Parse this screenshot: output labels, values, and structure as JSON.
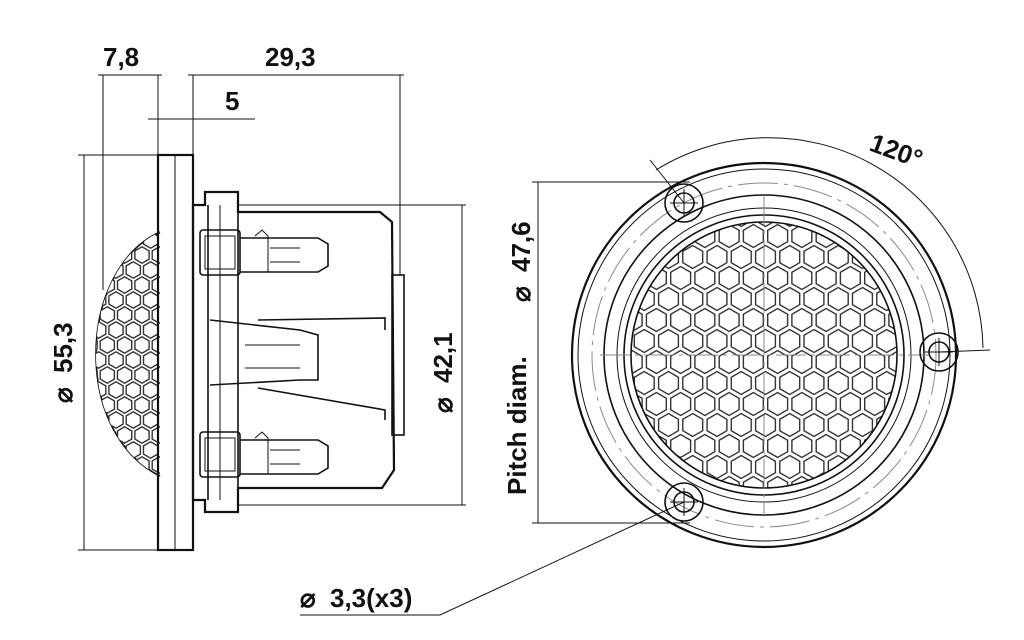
{
  "dimensions": {
    "flange_thickness": "7,8",
    "overall_depth": "29,3",
    "offset": "5",
    "flange_diameter_symbol": "⌀",
    "flange_diameter": "55,3",
    "body_diameter_symbol": "⌀",
    "body_diameter": "42,1",
    "pitch_label": "Pitch diam.",
    "pitch_symbol": "⌀",
    "pitch_diameter": "47,6",
    "angle": "120°",
    "hole_symbol": "⌀",
    "hole_diameter": "3,3(x3)"
  },
  "colors": {
    "line": "#111111",
    "hidden_line": "#8a8a8a",
    "background": "#ffffff"
  }
}
